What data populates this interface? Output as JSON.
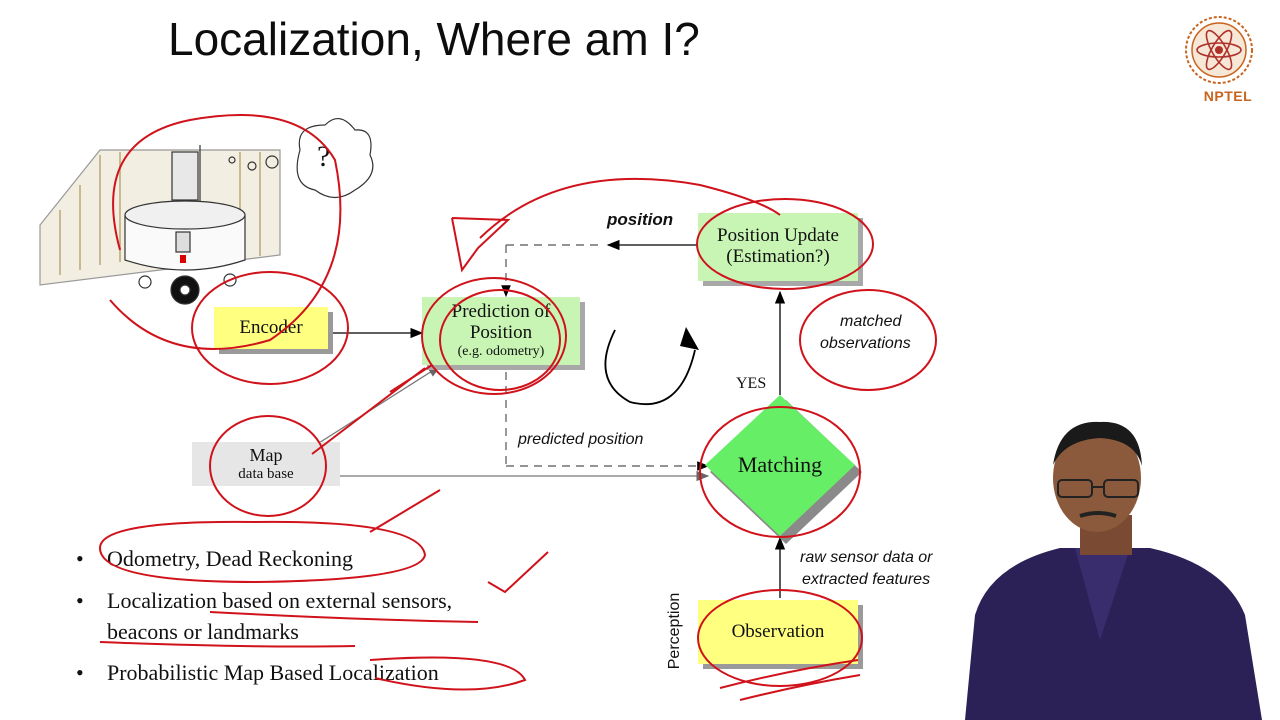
{
  "slide": {
    "title": "Localization, Where am I?",
    "logo_text": "NPTEL"
  },
  "diagram": {
    "encoder": "Encoder",
    "prediction": {
      "line1": "Prediction of",
      "line2": "Position",
      "line3": "(e.g. odometry)"
    },
    "position_update": {
      "line1": "Position Update",
      "line2": "(Estimation?)"
    },
    "map": {
      "line1": "Map",
      "line2": "data base"
    },
    "matching": "Matching",
    "observation": "Observation",
    "perception": "Perception",
    "labels": {
      "position": "position",
      "matched_1": "matched",
      "matched_2": "observations",
      "yes": "YES",
      "predicted_position": "predicted position",
      "raw_1": "raw sensor data or",
      "raw_2": "extracted features"
    },
    "question_mark": "?"
  },
  "bullets": [
    "Odometry, Dead Reckoning",
    "Localization based on external sensors,",
    "beacons or landmarks",
    "Probabilistic Map Based Localization"
  ],
  "colors": {
    "annotation": "#d0121b",
    "yellow_box": "#ffff80",
    "green_box": "#c8f5b4",
    "matching": "#66ee66",
    "logo": "#c8641e"
  }
}
